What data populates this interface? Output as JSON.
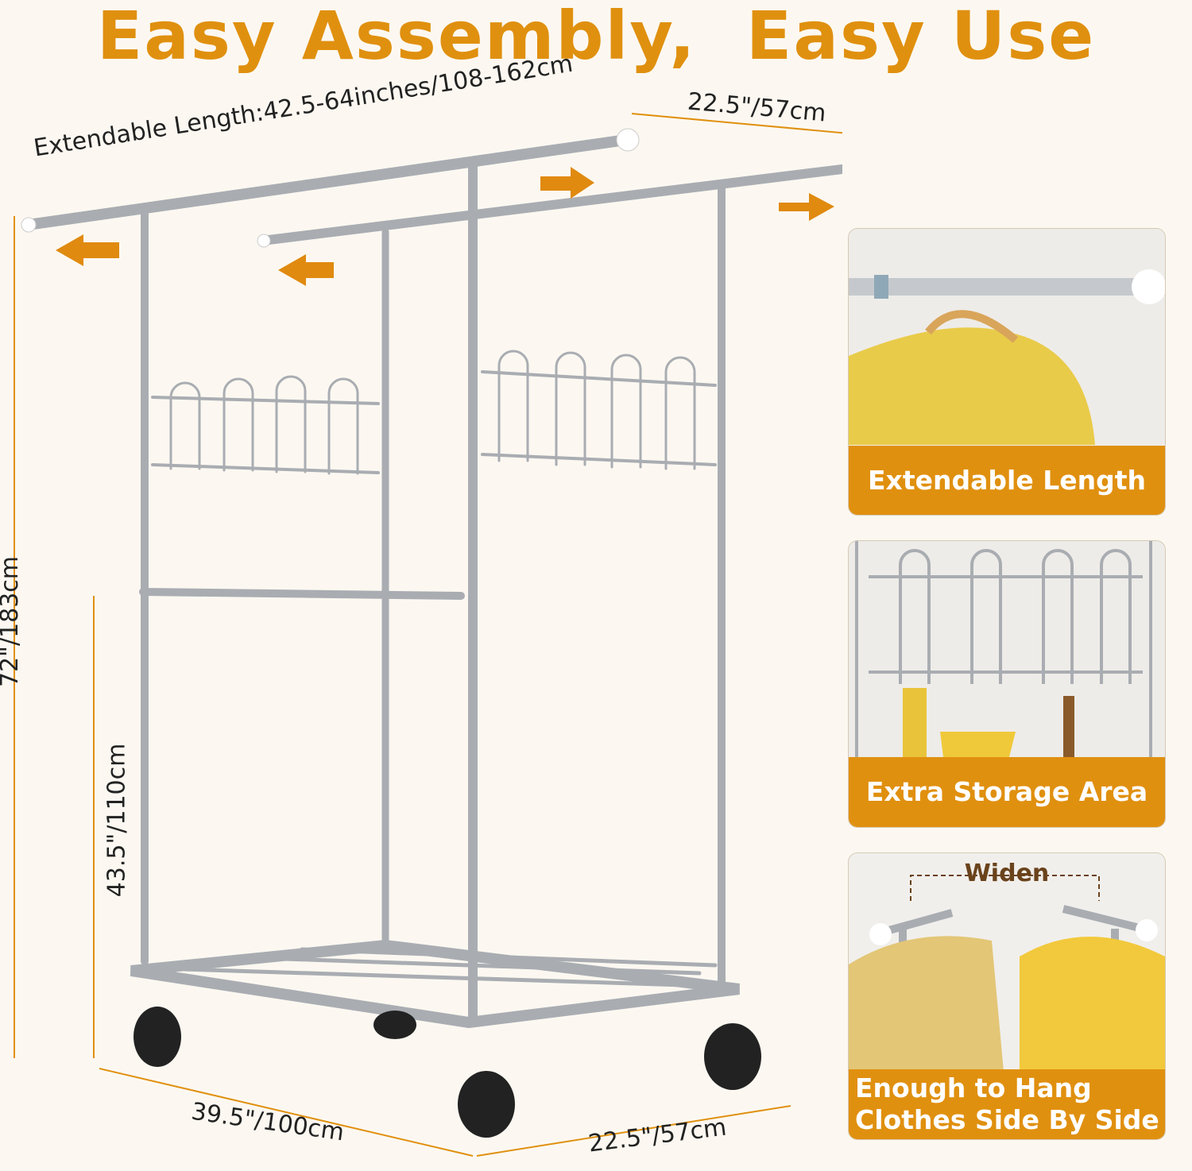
{
  "title": "Easy Assembly,  Easy Use",
  "dimensions": {
    "extendable_length": "Extendable Length:42.5-64inches/108-162cm",
    "top_depth": "22.5\"/57cm",
    "height_total": "72\"/183cm",
    "height_lower": "43.5\"/110cm",
    "base_length": "39.5\"/100cm",
    "base_depth": "22.5\"/57cm"
  },
  "panels": [
    {
      "caption": "Extendable Length"
    },
    {
      "caption": "Extra Storage Area"
    },
    {
      "caption": "Enough to Hang Clothes Side By Side",
      "label": "Widen"
    }
  ],
  "colors": {
    "accent": "#e0900f",
    "background": "#fcf8f1",
    "metal": "#b9bcc0",
    "clothes": "#e8c43a"
  }
}
